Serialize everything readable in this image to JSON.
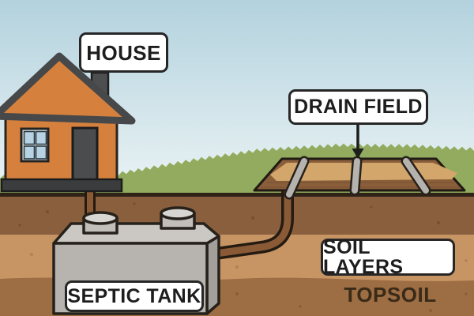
{
  "diagram": {
    "labels": {
      "house": "HOUSE",
      "drain_field": "DRAIN FIELD",
      "septic_tank": "SEPTIC TANK",
      "soil_layers": "SOIL LAYERS",
      "topsoil": "TOPSOIL"
    },
    "colors": {
      "sky_top": "#b3d2de",
      "sky_bottom": "#ecf4f5",
      "grass": "#92ab5e",
      "ground_line": "#2f2318",
      "soil_layer_1": "#8a5f3d",
      "soil_layer_2": "#c79464",
      "soil_layer_3": "#9d6d43",
      "drain_field_bed": "#8a5e3b",
      "drain_field_sand": "#d3a66b",
      "pipe_brown": "#8a5a36",
      "pipe_gray": "#b6b3af",
      "tank_front": "#b7b4b0",
      "tank_top": "#cbc8c4",
      "tank_side": "#a3a09c",
      "riser": "#c2bfbb",
      "house_wall": "#d5813d",
      "roof_fill": "#d5813d",
      "roof_trim": "#47484a",
      "door": "#4a4c4e",
      "chimney": "#4d4e50",
      "foundation": "#3b3c3e",
      "window_pane": "#b7d2e2",
      "label_background": "#ffffff",
      "label_border": "#262626",
      "topsoil_text": "#3a2a18"
    }
  }
}
